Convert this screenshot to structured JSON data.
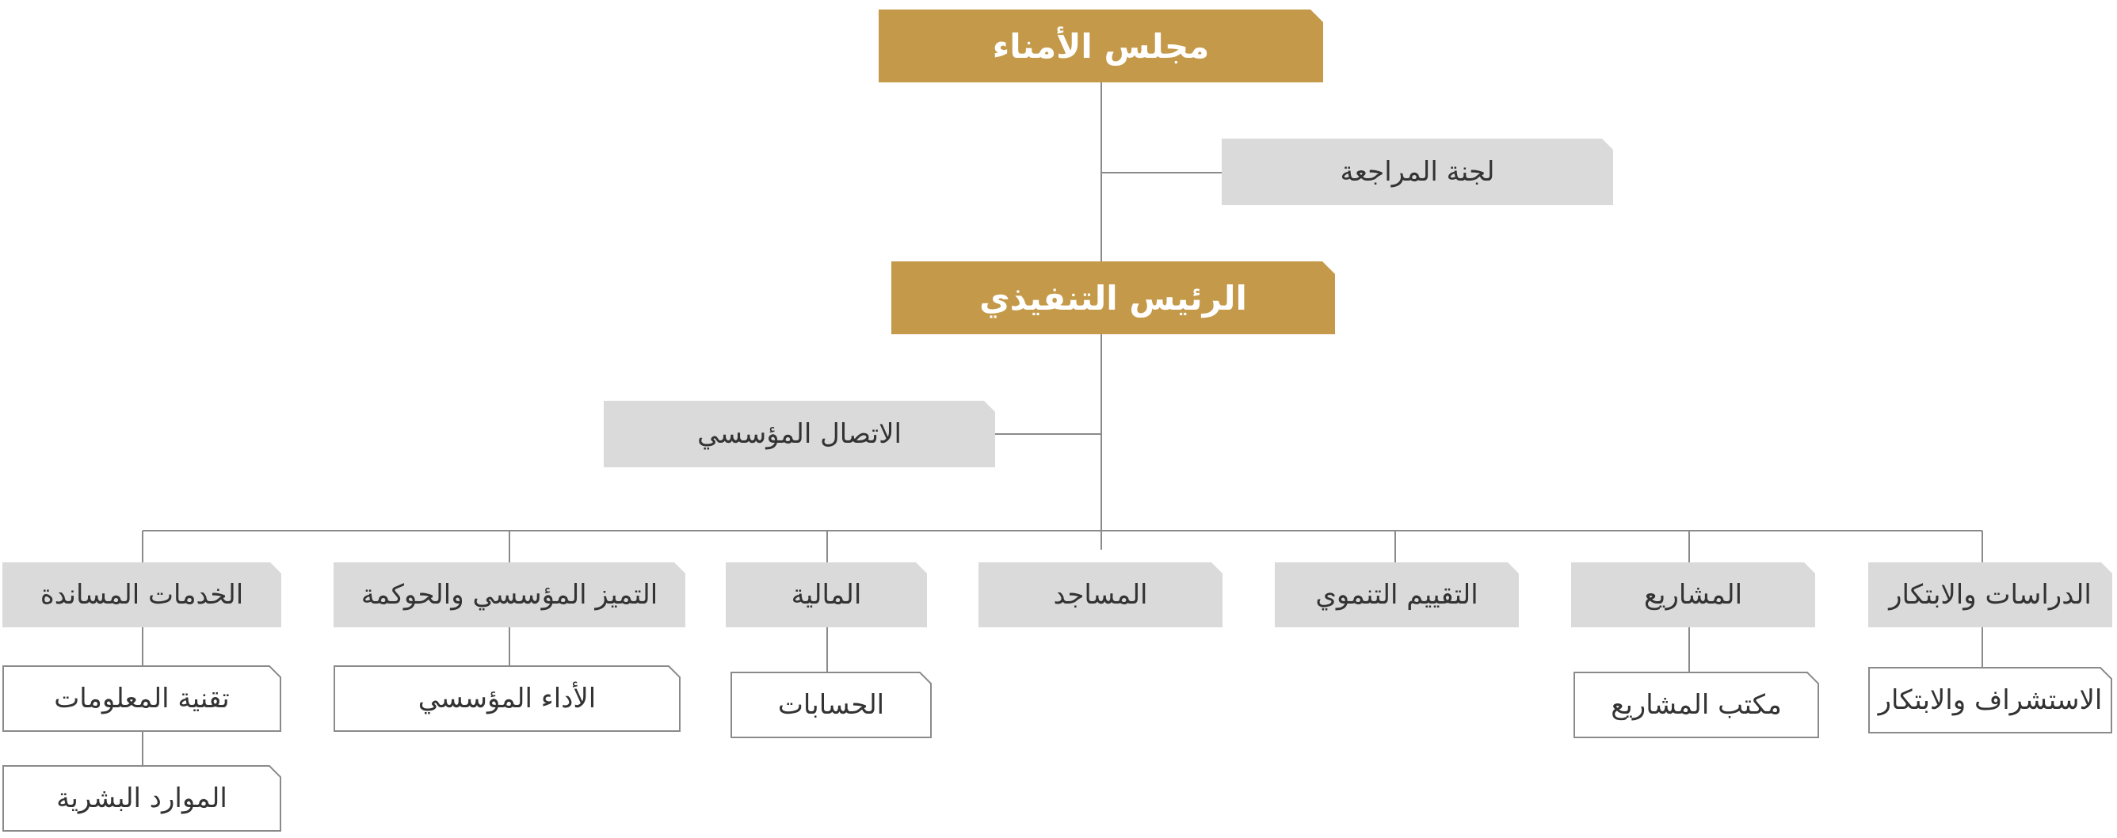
{
  "board": "مجلس الأمناء",
  "audit": "لجنة المراجعة",
  "ceo": "الرئيس التنفيذي",
  "comm": "الاتصال المؤسسي",
  "departments": [
    "الدراسات والابتكار",
    "المشاريع",
    "التقييم التنموي",
    "المساجد",
    "المالية",
    "التميز المؤسسي والحوكمة",
    "الخدمات المساندة"
  ],
  "units": {
    "foresight": "الاستشراف والابتكار",
    "pmo": "مكتب المشاريع",
    "accounts": "الحسابات",
    "performance": "الأداء المؤسسي",
    "it": "تقنية المعلومات",
    "hr": "الموارد البشرية"
  },
  "colors": {
    "gold": "#C49A4A",
    "grey": "#DADADA",
    "line": "#8A8A8A",
    "text": "#333333"
  }
}
